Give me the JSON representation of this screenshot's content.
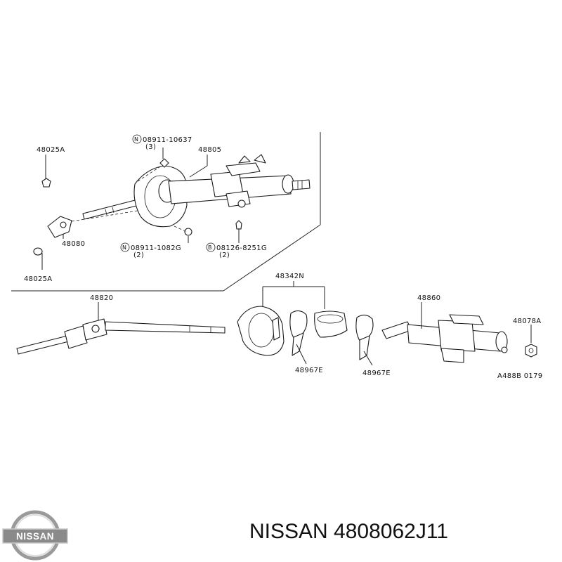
{
  "labels": {
    "l_48025A_top": "48025A",
    "l_N08911_10637": "08911-10637",
    "l_qty3": "(3)",
    "l_48805": "48805",
    "l_48080": "48080",
    "l_N08911_1082G": "08911-1082G",
    "l_qty2a": "(2)",
    "l_B08126_8251G": "08126-8251G",
    "l_qty2b": "(2)",
    "l_48025A_bottom": "48025A",
    "l_48342N": "48342N",
    "l_48820": "48820",
    "l_48860": "48860",
    "l_48078A": "48078A",
    "l_48967E_a": "48967E",
    "l_48967E_b": "48967E",
    "l_ref": "A488B 0179",
    "circle_N": "N",
    "circle_B": "B"
  },
  "logo": {
    "text": "NISSAN"
  },
  "footer": {
    "title": "NISSAN 4808062J11"
  }
}
